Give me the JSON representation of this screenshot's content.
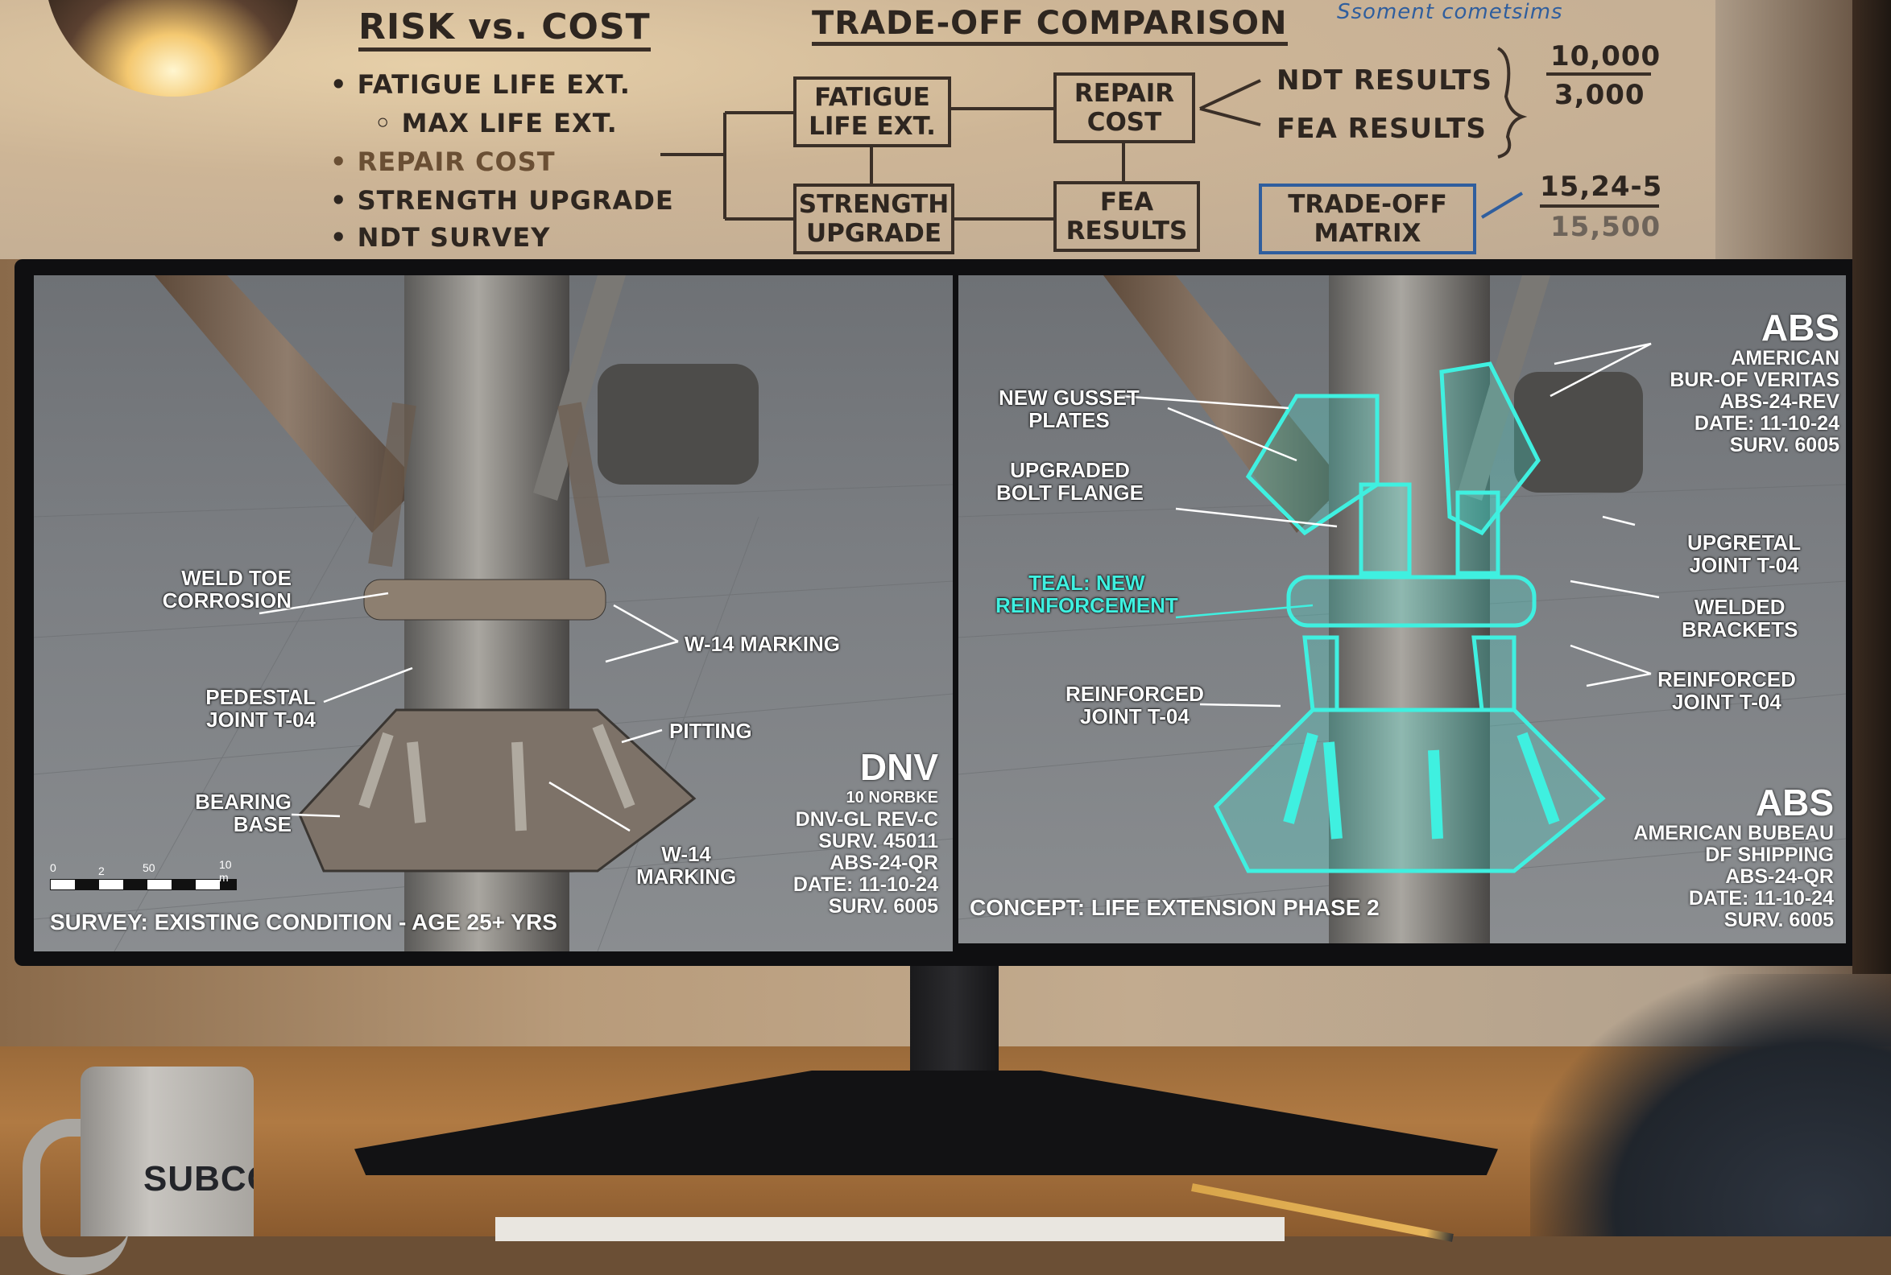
{
  "whiteboard": {
    "left_heading": "RISK vs. COST",
    "bullets": [
      "• FATIGUE LIFE EXT.",
      "◦ MAX LIFE EXT.",
      "• REPAIR COST",
      "• STRENGTH UPGRADE",
      "• NDT SURVEY"
    ],
    "center_heading": "TRADE-OFF COMPARISON",
    "boxes": {
      "fatigue": "FATIGUE LIFE EXT.",
      "repair": "REPAIR COST",
      "strength": "STRENGTH UPGRADE",
      "fea": "FEA RESULTS",
      "matrix": "TRADE-OFF MATRIX"
    },
    "results": [
      "NDT RESULTS",
      "FEA RESULTS"
    ],
    "fraction1": {
      "num": "10,000",
      "den": "3,000"
    },
    "fraction2": {
      "num": "15,24-5",
      "den": "15,500"
    },
    "blue_note": "Ssoment cometsims"
  },
  "left_panel": {
    "labels": {
      "weld_toe": "WELD TOE\nCORROSION",
      "pedestal": "PEDESTAL\nJOINT T-04",
      "bearing": "BEARING\nBASE",
      "w14_top": "W-14 MARKING",
      "pitting": "PITTING",
      "w14_bottom": "W-14\nMARKING"
    },
    "org": {
      "name": "DNV",
      "lines": [
        "10 NORBKE",
        "DNV-GL REV-C",
        "SURV. 45011",
        "ABS-24-QR",
        "DATE: 11-10-24",
        "SURV. 6005"
      ]
    },
    "scale_bar": [
      "0",
      "2",
      "50",
      "10 m"
    ],
    "caption": "SURVEY: EXISTING CONDITION - AGE 25+ YRS"
  },
  "right_panel": {
    "labels": {
      "gusset": "NEW GUSSET\nPLATES",
      "bolt_flange": "UPGRADED\nBOLT FLANGE",
      "teal_note": "TEAL: NEW\nREINFORCEMENT",
      "reinforced_left": "REINFORCED\nJOINT T-04",
      "upgretal": "UPGRETAL\nJOINT T-04",
      "welded": "WELDED\nBRACKETS",
      "reinforced_right": "REINFORCED\nJOINT T-04"
    },
    "org_top": {
      "name": "ABS",
      "lines": [
        "AMERICAN",
        "BUR-OF VERITAS",
        "ABS-24-REV",
        "DATE: 11-10-24",
        "SURV. 6005"
      ]
    },
    "org_bottom": {
      "name": "ABS",
      "lines": [
        "AMERICAN BUBEAU",
        "DF SHIPPING",
        "ABS-24-QR",
        "DATE: 11-10-24",
        "SURV. 6005"
      ]
    },
    "caption": "CONCEPT: LIFE EXTENSION PHASE 2"
  },
  "mug": {
    "text": "SUBCOM"
  },
  "colors": {
    "reinforcement": "#3ff0e0",
    "desk": "#b07a43",
    "bezel": "#0f0f11"
  }
}
